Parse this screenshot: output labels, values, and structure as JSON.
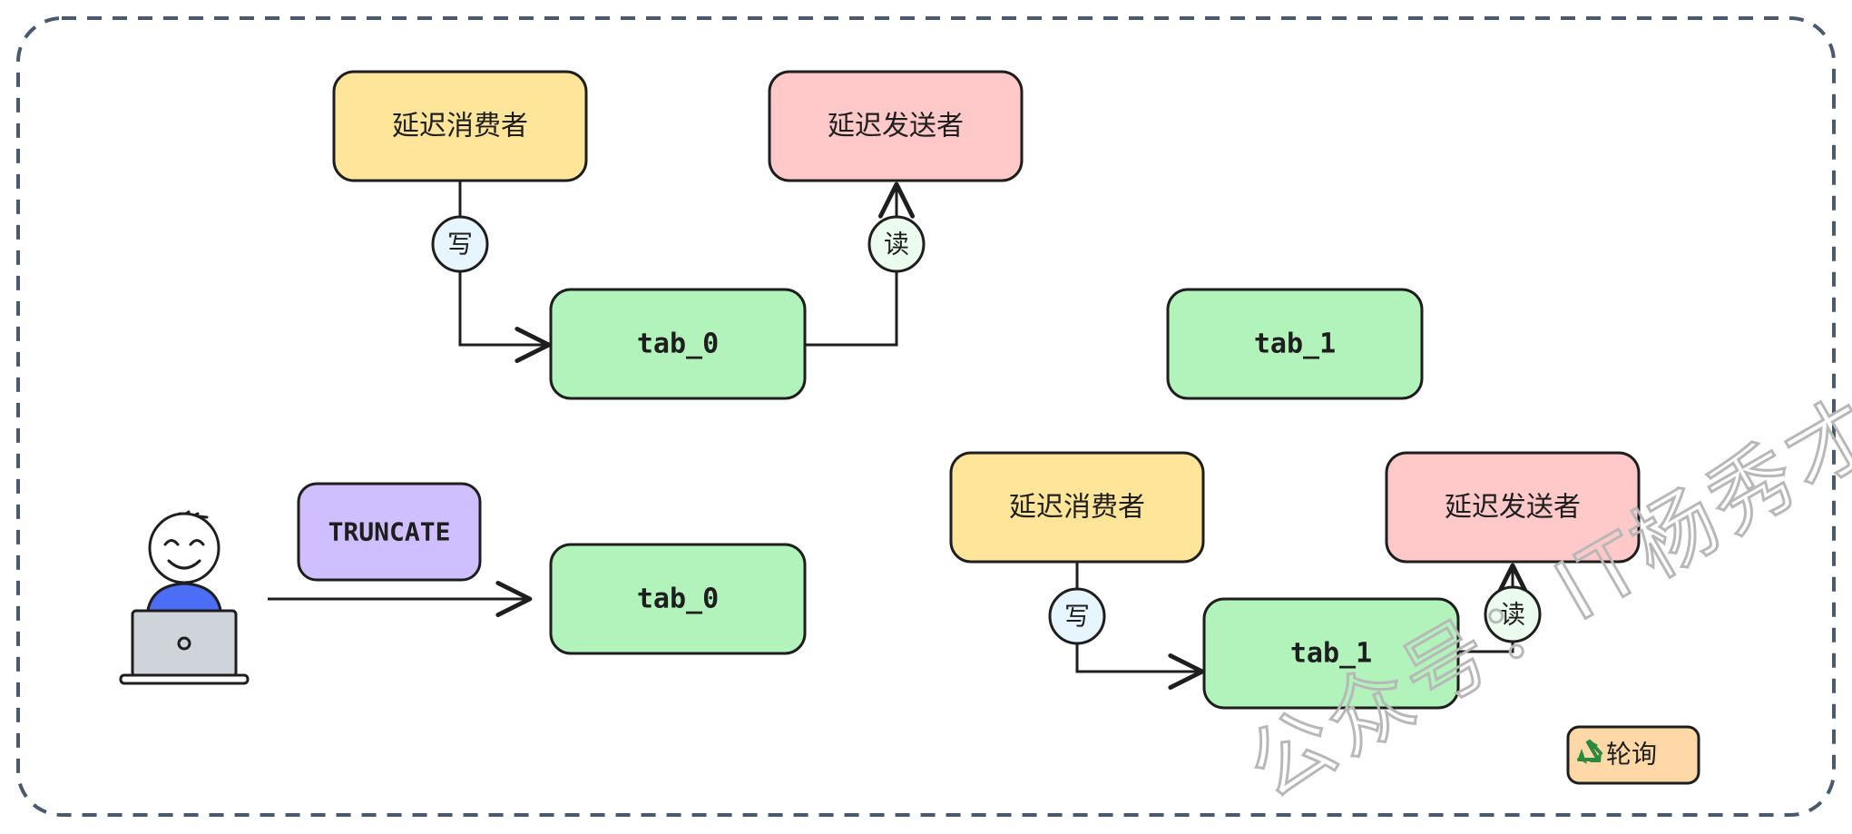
{
  "colors": {
    "consumer": "#ffe599",
    "sender": "#ffc9c9",
    "table": "#b2f2bb",
    "truncate": "#d0bfff",
    "write_badge": "#e7f5ff",
    "read_badge": "#ebfbee",
    "poll": "#ffd8a8",
    "stroke": "#1e1e1e",
    "frame": "#4a5a6e",
    "person_shirt": "#4c6ef5",
    "laptop": "#ced4da"
  },
  "top_group": {
    "consumer_label": "延迟消费者",
    "sender_label": "延迟发送者",
    "write_label": "写",
    "read_label": "读",
    "table_label": "tab_0"
  },
  "standby_table": {
    "label": "tab_1"
  },
  "truncate_group": {
    "command_label": "TRUNCATE",
    "table_label": "tab_0",
    "person_icon": "person-at-laptop-icon"
  },
  "bottom_group": {
    "consumer_label": "延迟消费者",
    "sender_label": "延迟发送者",
    "write_label": "写",
    "read_label": "读",
    "table_label": "tab_1"
  },
  "poll_badge": {
    "icon": "recycle-icon",
    "label": "轮询"
  },
  "watermark": {
    "text": "公众号：IT杨秀才"
  }
}
